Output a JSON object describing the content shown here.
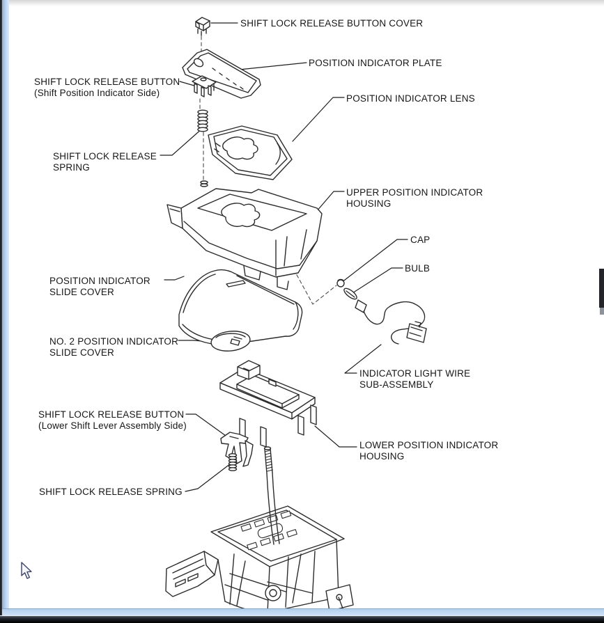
{
  "window": {
    "cursor": "arrow-pointer",
    "colors": {
      "line_art": "#2b2b2b",
      "label_text": "#161616",
      "left_strip": "#bcd6f1",
      "bottom_strip": "#c4daf4",
      "taskbar": "#101218"
    }
  },
  "diagram": {
    "type": "exploded-parts-diagram",
    "subject": "shift lock / position indicator assembly",
    "labels": [
      {
        "id": "shift-lock-release-button-cover",
        "line1": "SHIFT LOCK RELEASE BUTTON COVER"
      },
      {
        "id": "position-indicator-plate",
        "line1": "POSITION INDICATOR PLATE"
      },
      {
        "id": "shift-lock-release-button-upper",
        "line1": "SHIFT LOCK RELEASE BUTTON",
        "line2": "(Shift Position Indicator Side)"
      },
      {
        "id": "position-indicator-lens",
        "line1": "POSITION INDICATOR LENS"
      },
      {
        "id": "shift-lock-release-spring-upper",
        "line1": "SHIFT LOCK RELEASE",
        "line2": "SPRING"
      },
      {
        "id": "upper-position-indicator-housing",
        "line1": "UPPER POSITION INDICATOR",
        "line2": "HOUSING"
      },
      {
        "id": "cap",
        "line1": "CAP"
      },
      {
        "id": "bulb",
        "line1": "BULB"
      },
      {
        "id": "position-indicator-slide-cover",
        "line1": "POSITION INDICATOR",
        "line2": "SLIDE COVER"
      },
      {
        "id": "no2-position-indicator-slide-cover",
        "line1": "NO. 2 POSITION INDICATOR",
        "line2": "SLIDE COVER"
      },
      {
        "id": "indicator-light-wire-sub-assembly",
        "line1": "INDICATOR LIGHT WIRE",
        "line2": "SUB-ASSEMBLY"
      },
      {
        "id": "shift-lock-release-button-lower",
        "line1": "SHIFT LOCK RELEASE BUTTON",
        "line2": "(Lower Shift Lever Assembly Side)"
      },
      {
        "id": "lower-position-indicator-housing",
        "line1": "LOWER POSITION INDICATOR",
        "line2": "HOUSING"
      },
      {
        "id": "shift-lock-release-spring-lower",
        "line1": "SHIFT LOCK RELEASE SPRING"
      }
    ],
    "parts": [
      "shift-lock-release-button-cover",
      "position-indicator-plate",
      "shift-lock-release-button-upper",
      "shift-lock-release-spring-upper",
      "position-indicator-lens",
      "upper-position-indicator-housing",
      "cap",
      "bulb",
      "indicator-light-wire-sub-assembly",
      "position-indicator-slide-cover",
      "no2-position-indicator-slide-cover",
      "lower-position-indicator-housing",
      "shift-lock-release-button-lower",
      "shift-lock-release-spring-lower",
      "shift-lever-assembly"
    ]
  }
}
